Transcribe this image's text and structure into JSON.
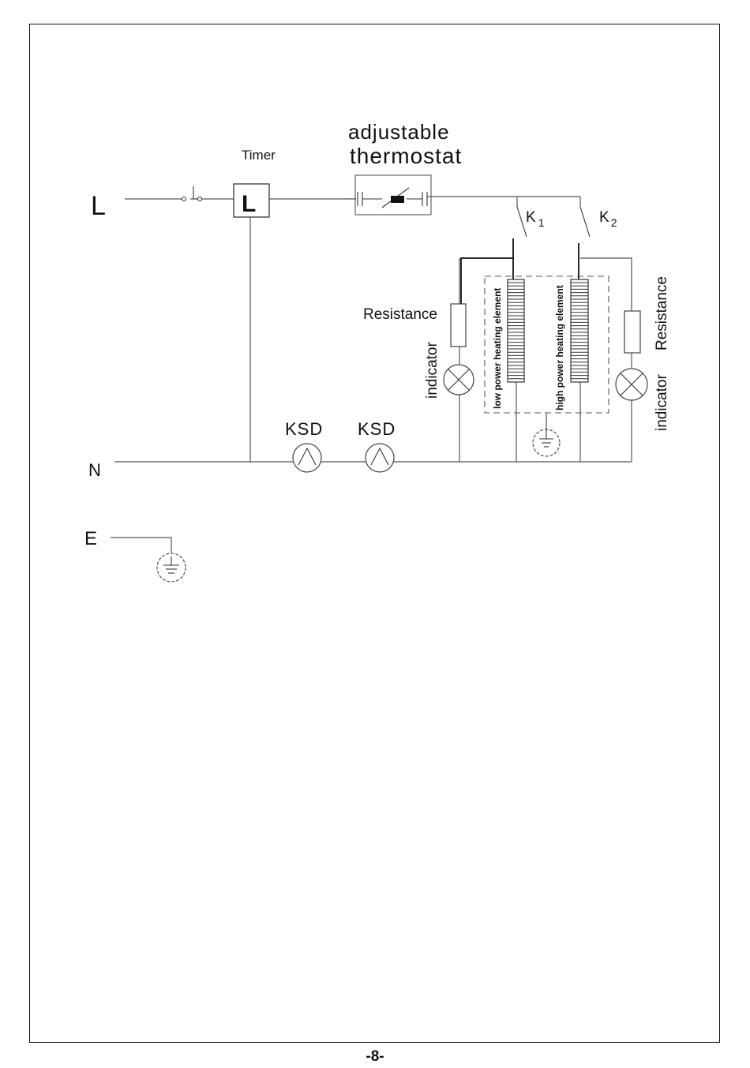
{
  "labels": {
    "line": "L",
    "neutral": "N",
    "earth": "E",
    "timer": "Timer",
    "timer_symbol": "L",
    "thermostat_line1": "adjustable",
    "thermostat_line2": "thermostat",
    "switch_k1": "K",
    "switch_k1_sub": "1",
    "switch_k2": "K",
    "switch_k2_sub": "2",
    "resistance_left": "Resistance",
    "resistance_right": "Resistance",
    "indicator_left": "indicator",
    "indicator_right": "indicator",
    "low_element": "low power heating element",
    "high_element": "high power heating element",
    "ksd_1": "KSD",
    "ksd_2": "KSD"
  },
  "page_number": "-8-"
}
